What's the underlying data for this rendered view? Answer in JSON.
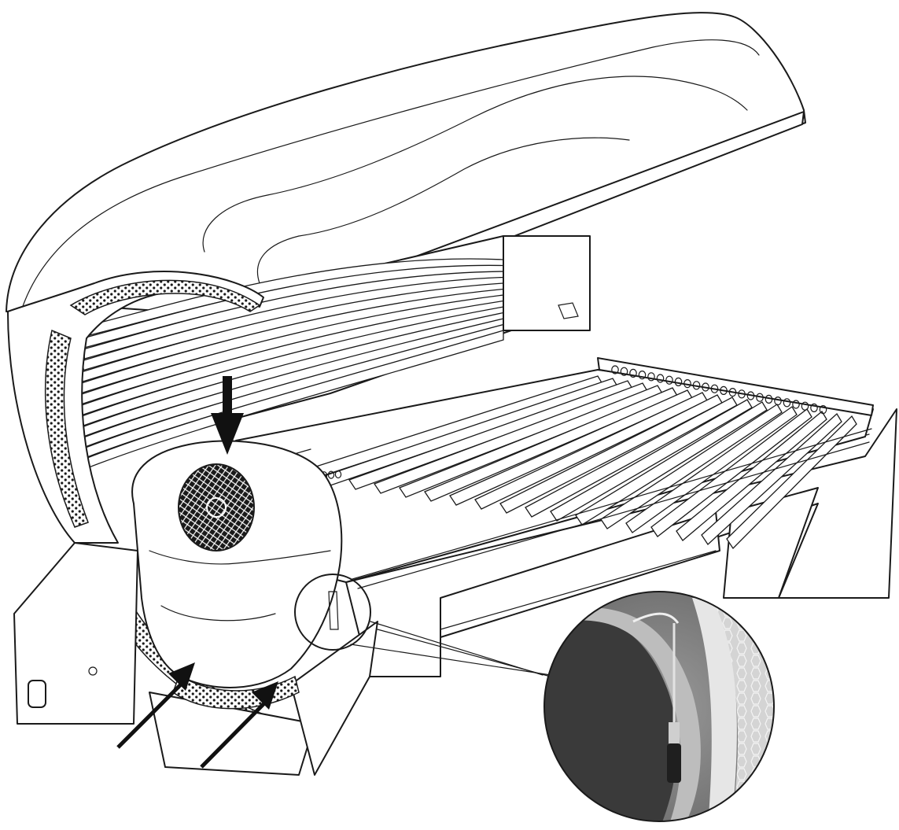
{
  "figure": {
    "subject": "tanning-bed",
    "colors": {
      "line": "#1a1a1a",
      "background": "#ffffff",
      "photo_dark": "#3d3d3d",
      "photo_mid": "#8a8a8a",
      "photo_light": "#d9d9d9",
      "arrow": "#111111"
    },
    "callouts": {
      "down_arrow": "fan-cover",
      "lower_arrows": [
        "left-clip",
        "right-clip"
      ],
      "detail_circle": "connector-cable"
    }
  }
}
